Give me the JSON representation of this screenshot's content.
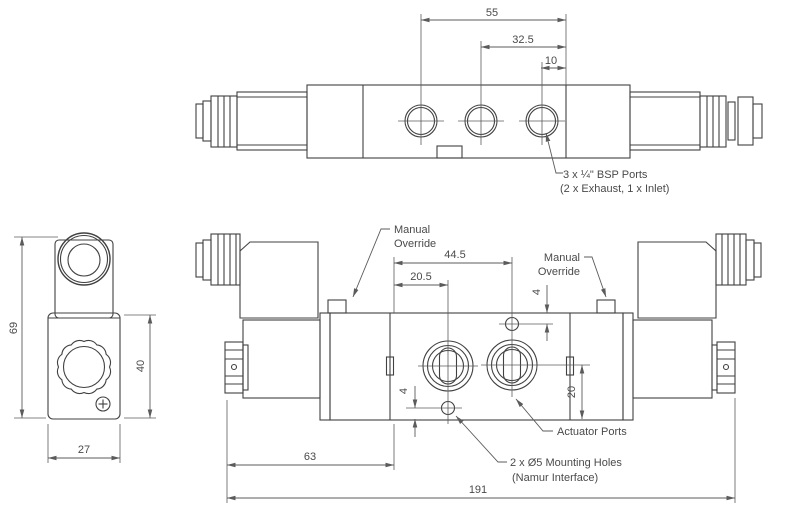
{
  "colors": {
    "line": "#414141",
    "dimension": "#5b5b5b",
    "text": "#4a4a4a",
    "background": "#ffffff"
  },
  "top_view": {
    "dims": {
      "port1_to_edge": "55",
      "port2_to_edge": "32.5",
      "port3_to_edge": "10"
    },
    "labels": {
      "bsp_ports_line1": "3 x ¼\" BSP Ports",
      "bsp_ports_line2": "(2 x Exhaust, 1 x Inlet)"
    }
  },
  "side_view": {
    "dims": {
      "overall_height": "69",
      "body_height": "40",
      "body_width": "27"
    }
  },
  "front_view": {
    "dims": {
      "datum_to_hole": "44.5",
      "datum_to_port": "20.5",
      "top_hole_offset": "4",
      "bottom_hole_offset": "4",
      "port_to_bottom": "20",
      "coil_to_datum": "63",
      "overall_length": "191"
    },
    "labels": {
      "manual_override_left_line1": "Manual",
      "manual_override_left_line2": "Override",
      "manual_override_right_line1": "Manual",
      "manual_override_right_line2": "Override",
      "actuator_ports": "Actuator Ports",
      "mounting_holes_line1": "2 x Ø5 Mounting Holes",
      "mounting_holes_line2": "(Namur Interface)"
    }
  }
}
